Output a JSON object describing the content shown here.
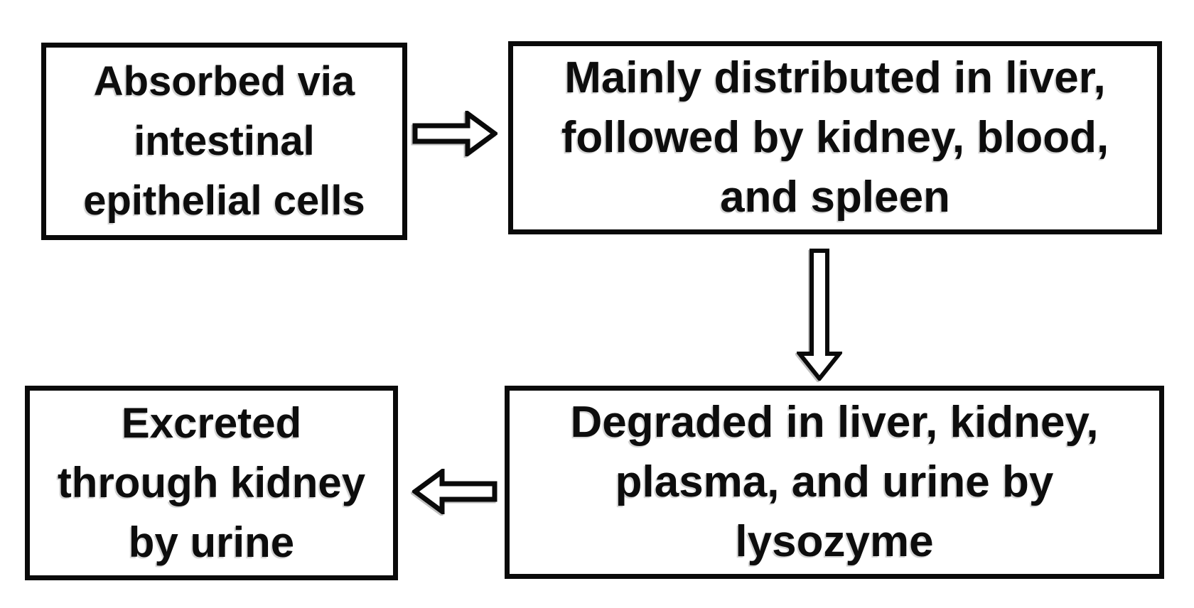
{
  "diagram": {
    "background_color": "#ffffff",
    "box_border_color": "#0a0a0a",
    "text_color": "#0d0d0d",
    "boxes": [
      {
        "id": "absorption",
        "lines": [
          "Absorbed via",
          "intestinal",
          "epithelial cells"
        ]
      },
      {
        "id": "distribution",
        "lines": [
          "Mainly distributed in liver,",
          "followed by kidney, blood,",
          "and spleen"
        ]
      },
      {
        "id": "degradation",
        "lines": [
          "Degraded in liver, kidney,",
          "plasma, and urine by",
          "lysozyme"
        ]
      },
      {
        "id": "excretion",
        "lines": [
          "Excreted",
          "through kidney",
          "by urine"
        ]
      }
    ],
    "arrows": [
      {
        "name": "absorption-to-distribution",
        "direction": "right"
      },
      {
        "name": "distribution-to-degradation",
        "direction": "down"
      },
      {
        "name": "degradation-to-excretion",
        "direction": "left"
      }
    ]
  }
}
